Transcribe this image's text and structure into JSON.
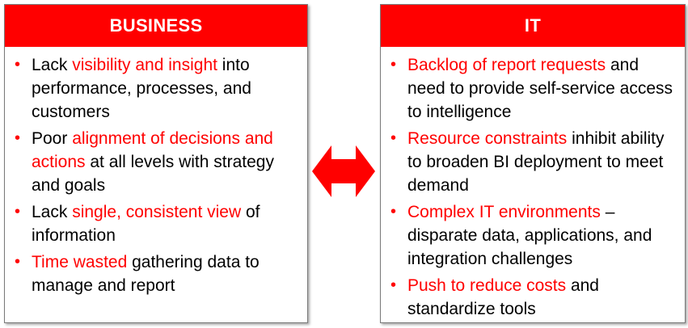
{
  "colors": {
    "accent": "#ff0000",
    "text": "#000000",
    "header_text": "#ffffff"
  },
  "business": {
    "title": "BUSINESS",
    "items": [
      {
        "before": "Lack ",
        "highlight": "visibility and insight",
        "after": " into performance, processes, and customers"
      },
      {
        "before": "Poor ",
        "highlight": "alignment of decisions and actions",
        "after": " at all levels with strategy and goals"
      },
      {
        "before": "Lack ",
        "highlight": "single, consistent view",
        "after": " of information"
      },
      {
        "before": "",
        "highlight": "Time wasted",
        "after": " gathering data to manage and report"
      }
    ]
  },
  "it": {
    "title": "IT",
    "items": [
      {
        "before": "",
        "highlight": "Backlog of report requests",
        "after": " and need to provide self-service access to intelligence"
      },
      {
        "before": "",
        "highlight": "Resource constraints",
        "after": " inhibit ability to broaden BI deployment to meet demand"
      },
      {
        "before": "",
        "highlight": "Complex IT environments",
        "after": " – disparate data, applications, and integration challenges"
      },
      {
        "before": "",
        "highlight": "Push to reduce costs",
        "after": " and standardize tools"
      }
    ]
  },
  "connector": {
    "icon": "double-arrow-icon"
  }
}
